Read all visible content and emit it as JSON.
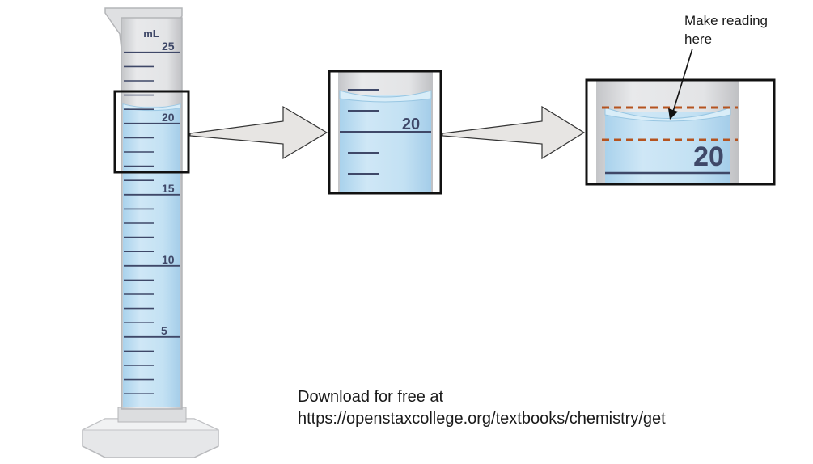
{
  "cylinder": {
    "unit_label": "mL",
    "major_ticks": [
      {
        "label": "25",
        "value": 25
      },
      {
        "label": "20",
        "value": 20
      },
      {
        "label": "15",
        "value": 15
      },
      {
        "label": "10",
        "value": 10
      },
      {
        "label": "5",
        "value": 5
      }
    ],
    "liquid_level": 21.2
  },
  "zoom1": {
    "tick_label": "20"
  },
  "zoom2": {
    "tick_label": "20"
  },
  "annotation": {
    "line1": "Make reading",
    "line2": "here"
  },
  "credit": {
    "line1": "Download for free at",
    "line2": "https://openstaxcollege.org/textbooks/chemistry/get"
  },
  "colors": {
    "liquid": "#b9dcf0",
    "glass": "#d6d7d9",
    "tick": "#3f4868",
    "frame": "#111111",
    "reading_line": "#b5531f"
  }
}
